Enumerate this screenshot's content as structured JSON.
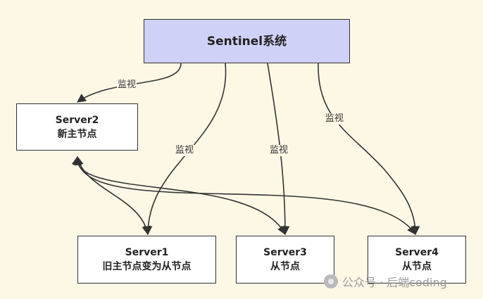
{
  "nodes": {
    "sentinel": {
      "line1": "Sentinel系统"
    },
    "server2": {
      "line1": "Server2",
      "line2": "新主节点"
    },
    "server1": {
      "line1": "Server1",
      "line2": "旧主节点变为从节点"
    },
    "server3": {
      "line1": "Server3",
      "line2": "从节点"
    },
    "server4": {
      "line1": "Server4",
      "line2": "从节点"
    }
  },
  "edge_labels": {
    "to_server2": "监视",
    "to_server1": "监视",
    "to_server3": "监视",
    "to_server4": "监视"
  },
  "watermark": {
    "text": "公众号 · 后端coding"
  },
  "colors": {
    "background": "#fdf8e6",
    "sentinel_fill": "#cfd1f6",
    "node_fill": "#ffffff",
    "stroke": "#333333"
  }
}
